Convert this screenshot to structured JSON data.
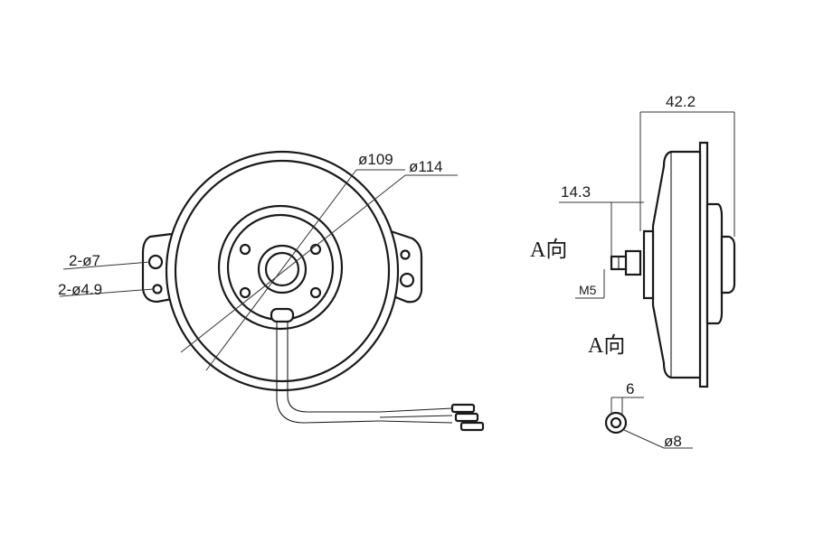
{
  "front_view": {
    "dim_outer_diameter": "ø114",
    "dim_inner_diameter": "ø109",
    "dim_mount_hole_large": "2-ø7",
    "dim_mount_hole_small": "2-ø4.9"
  },
  "side_view": {
    "dim_total_depth": "42.2",
    "dim_shaft_offset": "14.3",
    "dim_thread": "M5",
    "view_label_top": "A向",
    "view_label_bottom": "A向"
  },
  "detail_view": {
    "dim_width": "6",
    "dim_diameter": "ø8"
  }
}
